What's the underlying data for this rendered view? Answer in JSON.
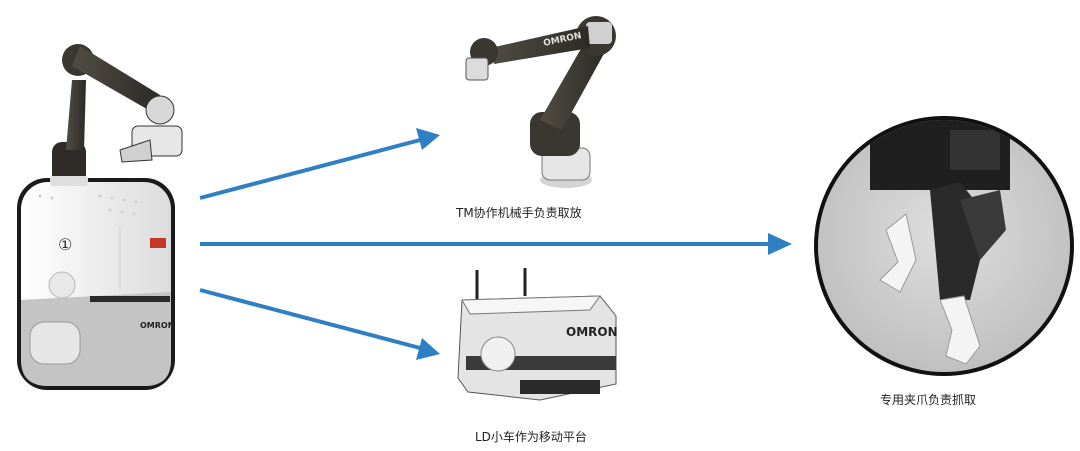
{
  "components": {
    "arm": {
      "label": "TM协作机械手负责取放",
      "logo": "OMRON"
    },
    "mobile_base": {
      "label": "LD小车作为移动平台",
      "logo": "OMRON"
    },
    "gripper": {
      "label": "专用夹爪负责抓取"
    },
    "main_robot": {
      "badge": "①",
      "logo": "OMRON"
    }
  },
  "colors": {
    "arrow": "#2f7fc4",
    "arm_dark": "#3e3b34",
    "body_white": "#f2f2f2",
    "base_grey": "#c9c9c9",
    "gripper_bg": "#cfcfcf"
  }
}
